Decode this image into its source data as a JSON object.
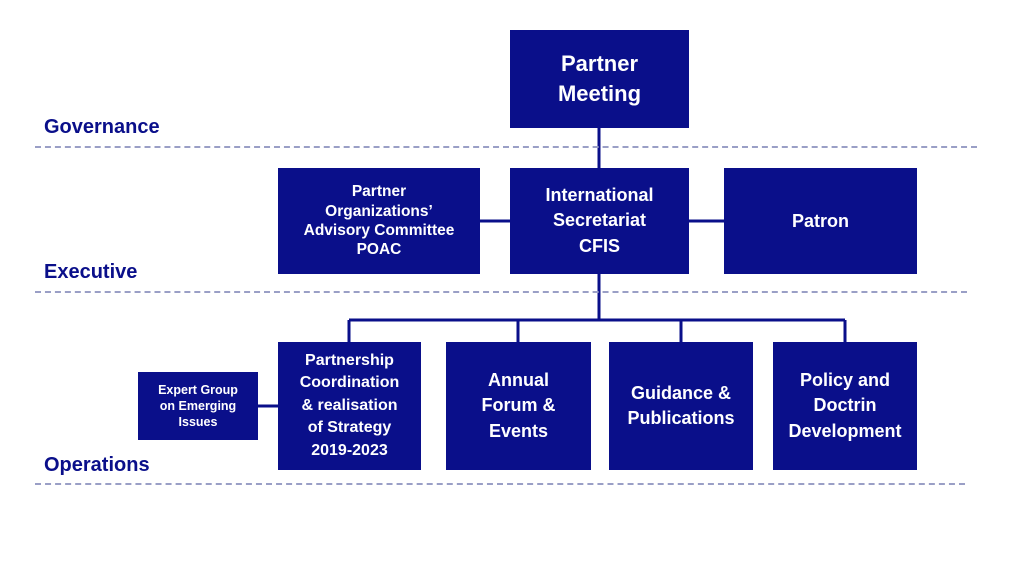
{
  "tiers": {
    "governance": "Governance",
    "executive": "Executive",
    "operations": "Operations"
  },
  "boxes": {
    "partner_meeting": "Partner\nMeeting",
    "poac": "Partner\nOrganizations’\nAdvisory Committee\nPOAC",
    "secretariat": "International\nSecretariat\nCFIS",
    "patron": "Patron",
    "expert_group": "Expert Group\non Emerging\nIssues",
    "partnership": "Partnership\nCoordination\n& realisation\nof Strategy\n2019-2023",
    "forum": "Annual\nForum &\nEvents",
    "guidance": "Guidance &\nPublications",
    "policy": "Policy and\nDoctrin\nDevelopment"
  },
  "colors": {
    "box_fill": "#0a0f8a",
    "box_text": "#ffffff",
    "tier_text": "#0a0f8a",
    "divider": "#9a9fc6",
    "connector": "#0a0f8a"
  }
}
